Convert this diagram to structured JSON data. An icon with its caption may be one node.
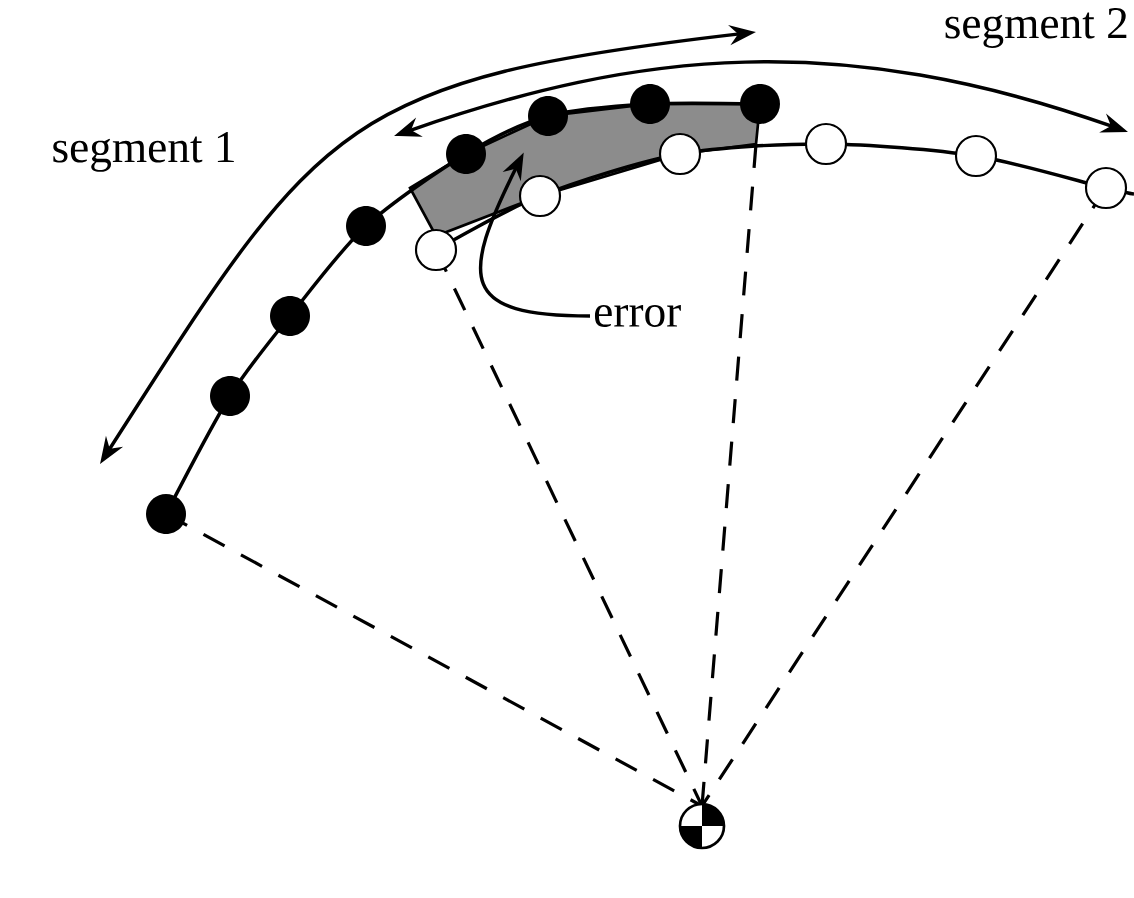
{
  "diagram": {
    "nodes": [
      {
        "text": [
          "error"
        ]
      },
      {
        "text": [],
        "shape": "band"
      }
    ],
    "edges": [
      {
        "from": 0,
        "to": 1,
        "arrow": "to"
      }
    ],
    "labels": [
      "segment 1",
      "segment 2"
    ]
  }
}
